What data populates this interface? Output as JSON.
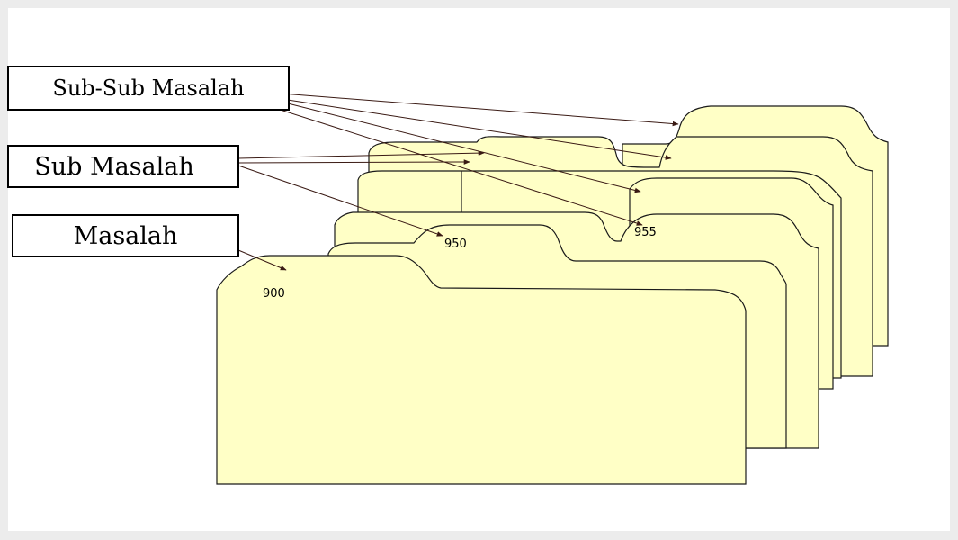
{
  "labels": {
    "sub_sub_masalah": "Sub-Sub Masalah",
    "sub_masalah": "Sub Masalah",
    "masalah": "Masalah"
  },
  "numbers": {
    "n900": "900",
    "n950": "950",
    "n955": "955"
  },
  "colors": {
    "folder_fill": "#ffffc6",
    "arrow": "#3a1a14",
    "background": "#ececec"
  }
}
